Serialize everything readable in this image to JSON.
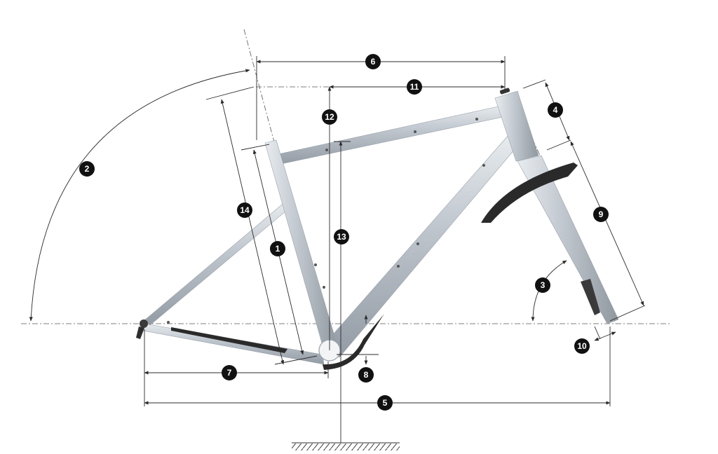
{
  "diagram": {
    "badges": [
      "1",
      "2",
      "3",
      "4",
      "5",
      "6",
      "7",
      "8",
      "9",
      "10",
      "11",
      "12",
      "13",
      "14"
    ],
    "colors": {
      "frame": "#b9c0c8",
      "frame_highlight": "#e6eaee",
      "frame_shadow": "#8c949c",
      "fender": "#2a2a2a",
      "badge": "#111111",
      "line": "#2b2b2b"
    }
  }
}
